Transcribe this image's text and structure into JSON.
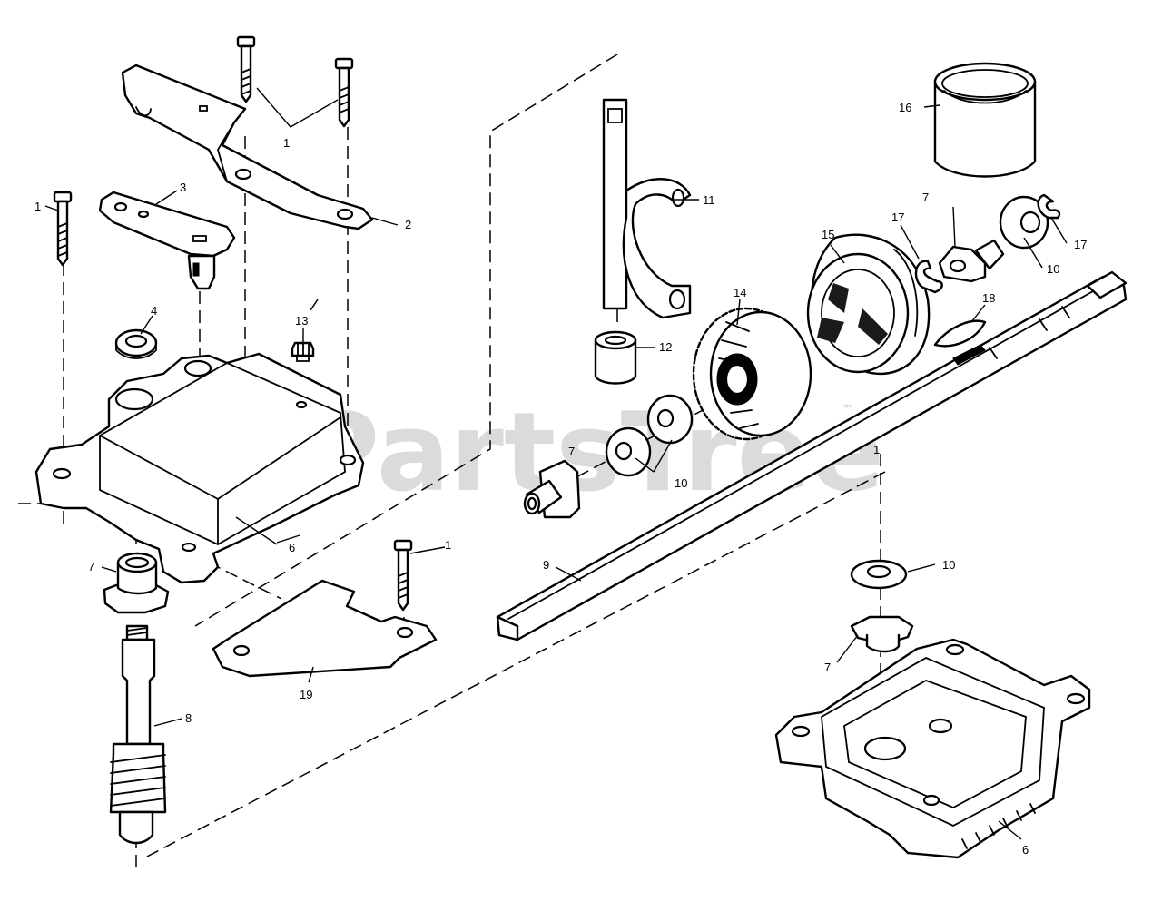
{
  "watermark": {
    "text": "PartsTree",
    "mark": "™"
  },
  "callouts": [
    {
      "id": "c1a",
      "label": "1"
    },
    {
      "id": "c1b",
      "label": "1"
    },
    {
      "id": "c1c",
      "label": "1"
    },
    {
      "id": "c1d",
      "label": "1"
    },
    {
      "id": "c2",
      "label": "2"
    },
    {
      "id": "c3",
      "label": "3"
    },
    {
      "id": "c4",
      "label": "4"
    },
    {
      "id": "c6a",
      "label": "6"
    },
    {
      "id": "c6b",
      "label": "6"
    },
    {
      "id": "c7a",
      "label": "7"
    },
    {
      "id": "c7b",
      "label": "7"
    },
    {
      "id": "c7c",
      "label": "7"
    },
    {
      "id": "c7d",
      "label": "7"
    },
    {
      "id": "c8",
      "label": "8"
    },
    {
      "id": "c9",
      "label": "9"
    },
    {
      "id": "c10a",
      "label": "10"
    },
    {
      "id": "c10b",
      "label": "10"
    },
    {
      "id": "c10c",
      "label": "10"
    },
    {
      "id": "c11",
      "label": "11"
    },
    {
      "id": "c12",
      "label": "12"
    },
    {
      "id": "c13",
      "label": "13"
    },
    {
      "id": "c14",
      "label": "14"
    },
    {
      "id": "c15",
      "label": "15"
    },
    {
      "id": "c16",
      "label": "16"
    },
    {
      "id": "c17a",
      "label": "17"
    },
    {
      "id": "c17b",
      "label": "17"
    },
    {
      "id": "c18",
      "label": "18"
    },
    {
      "id": "c19",
      "label": "19"
    }
  ]
}
